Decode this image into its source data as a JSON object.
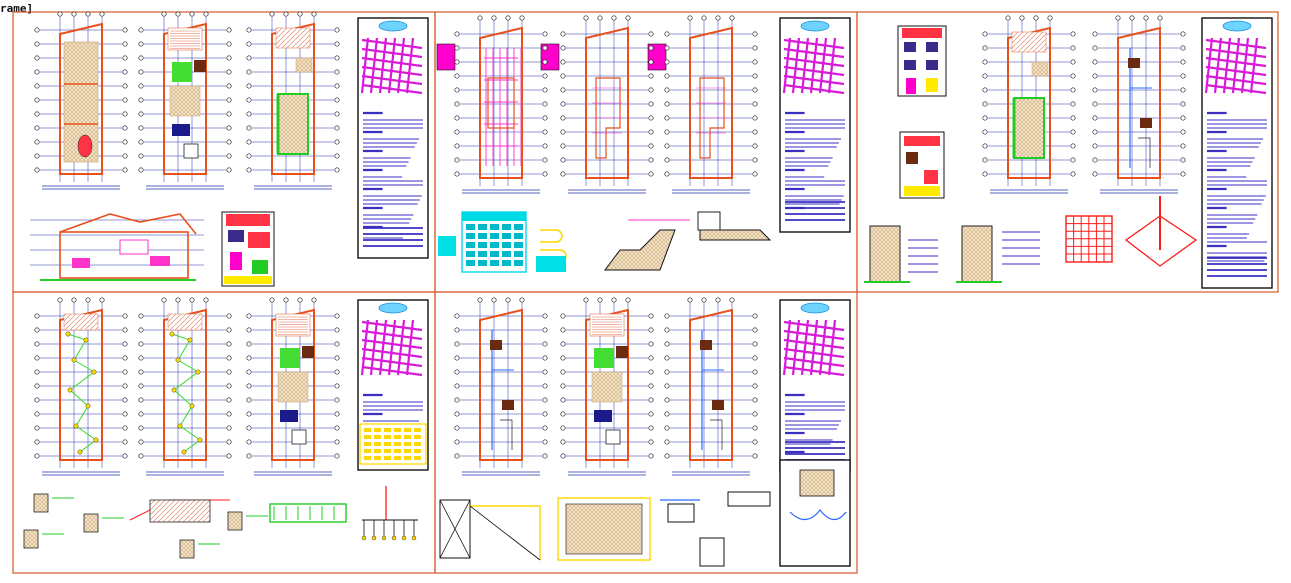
{
  "frame": {
    "label": "rame]"
  },
  "colors": {
    "sheet_border": "#d9582a",
    "plan_wall": "#e8501c",
    "grid": "#2233aa",
    "title_text": "#3a2fc0",
    "hatch_brown": "#c8a070",
    "green": "#33dd22",
    "magenta": "#ff00cc",
    "yellow": "#f2c200",
    "cyan": "#00e0e6",
    "red": "#ff1a1a"
  },
  "icons": {
    "logo": "company-logo-icon",
    "location_map": "location-map-icon"
  },
  "sheets": [
    {
      "id": "sheet-architecture-plans"
    },
    {
      "id": "sheet-structural-plans"
    },
    {
      "id": "sheet-elevations-foundations"
    },
    {
      "id": "sheet-electrical-plans"
    },
    {
      "id": "sheet-sanitary-plans"
    }
  ]
}
